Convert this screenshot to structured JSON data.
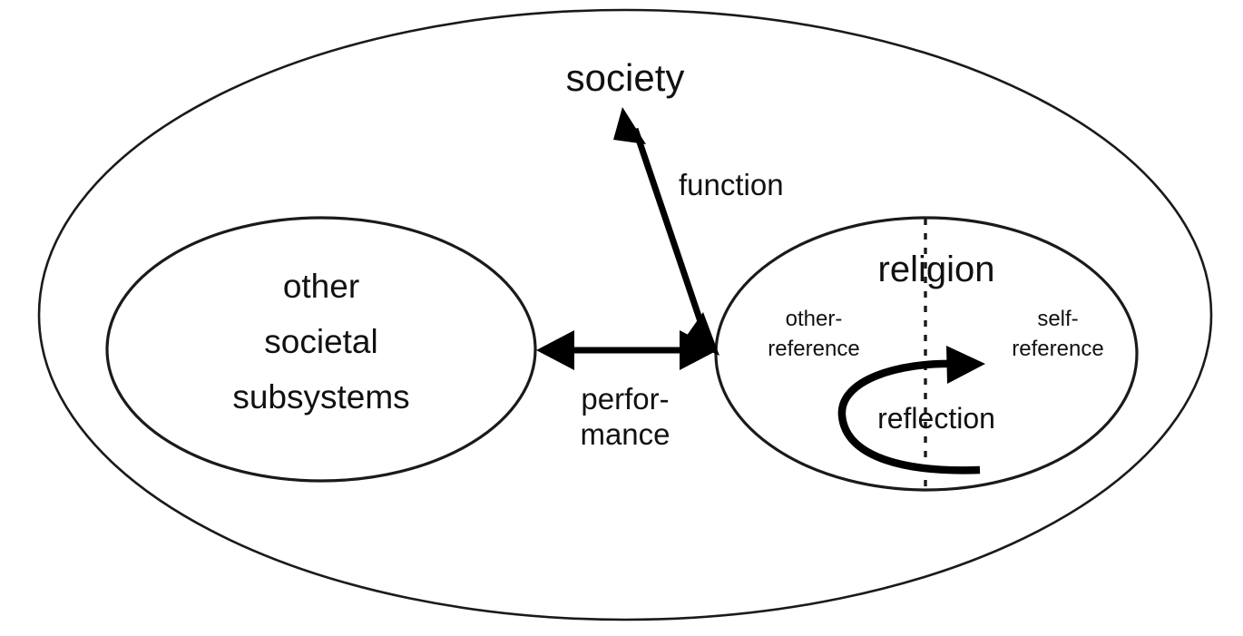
{
  "diagram": {
    "title": "society / religion systems diagram",
    "colors": {
      "stroke": "#1a1a1a",
      "arrow": "#000000",
      "text": "#111111",
      "background": "#ffffff"
    },
    "outer_system": {
      "label": "society"
    },
    "left_subsystem": {
      "line1": "other",
      "line2": "societal",
      "line3": "subsystems"
    },
    "right_subsystem": {
      "title": "religion",
      "left_half": {
        "line1": "other-",
        "line2": "reference"
      },
      "right_half": {
        "line1": "self-",
        "line2": "reference"
      },
      "loop_label": "reflection"
    },
    "relations": {
      "function": "function",
      "performance_line1": "perfor-",
      "performance_line2": "mance"
    }
  }
}
